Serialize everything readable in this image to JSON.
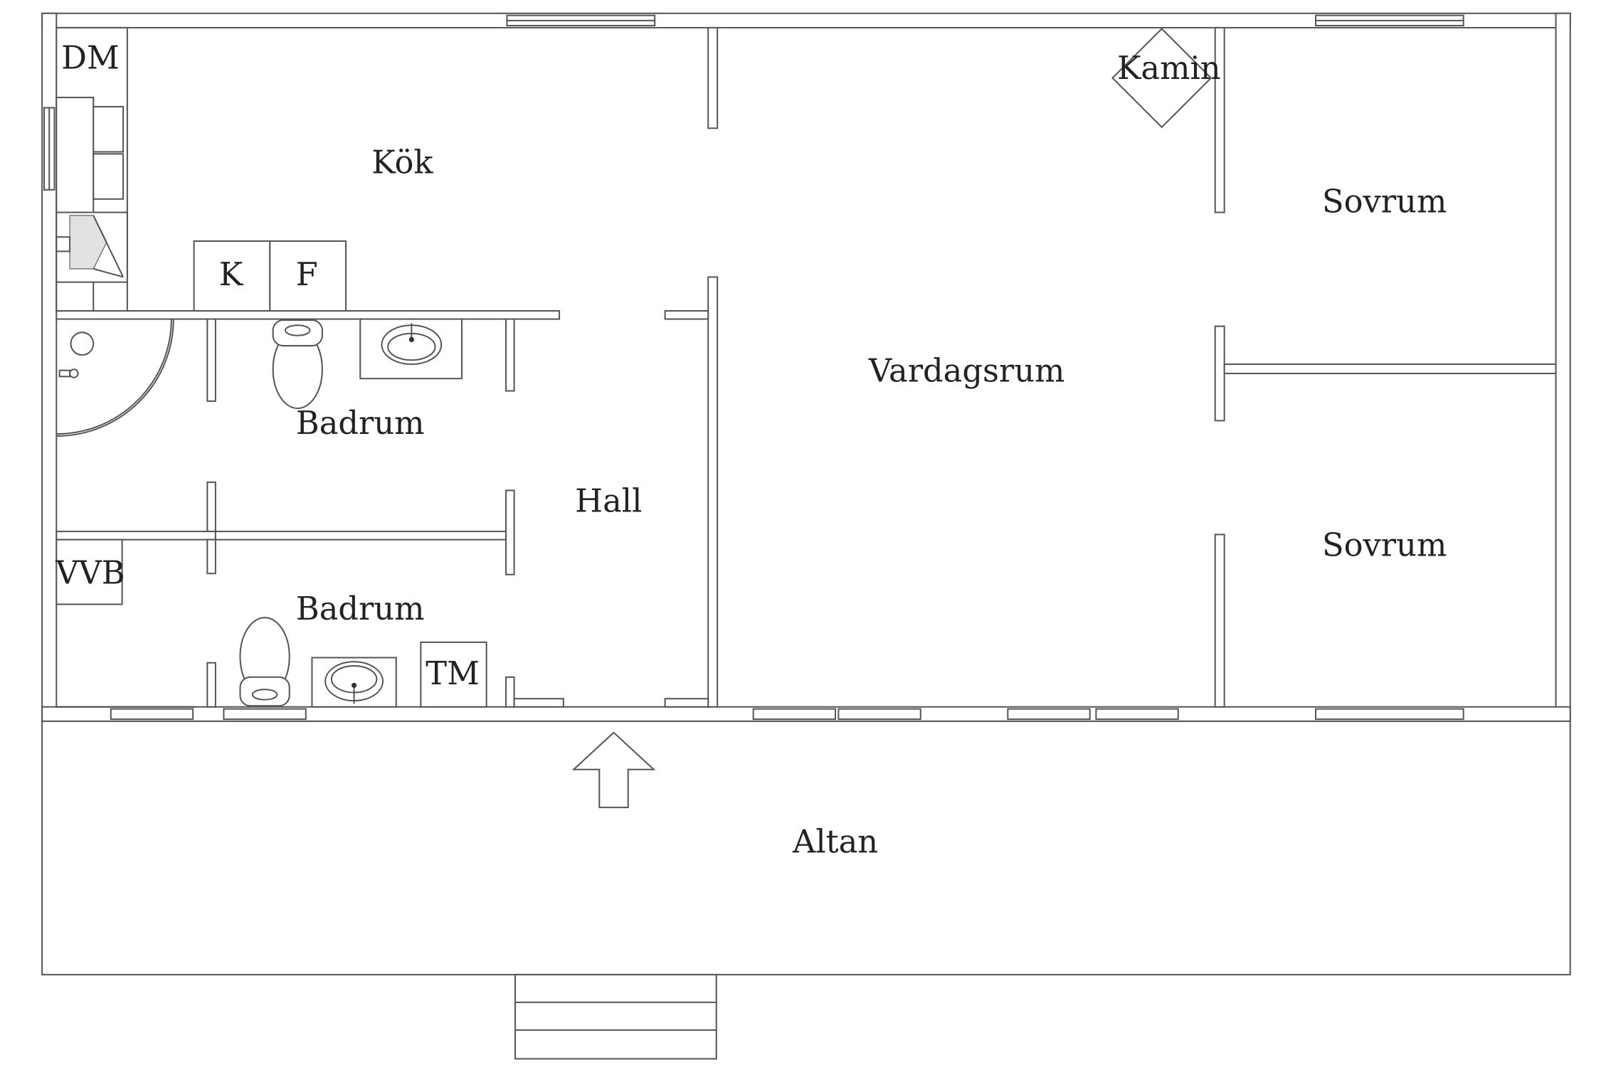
{
  "rooms": {
    "kok": "Kök",
    "vardagsrum": "Vardagsrum",
    "sovrum_1": "Sovrum",
    "sovrum_2": "Sovrum",
    "badrum_1": "Badrum",
    "badrum_2": "Badrum",
    "hall": "Hall",
    "altan": "Altan"
  },
  "fixtures": {
    "dm": "DM",
    "k": "K",
    "f": "F",
    "vvb": "VVB",
    "tm": "TM",
    "kamin": "Kamin"
  },
  "colors": {
    "line": "#555555",
    "background": "#ffffff",
    "text": "#222222"
  }
}
